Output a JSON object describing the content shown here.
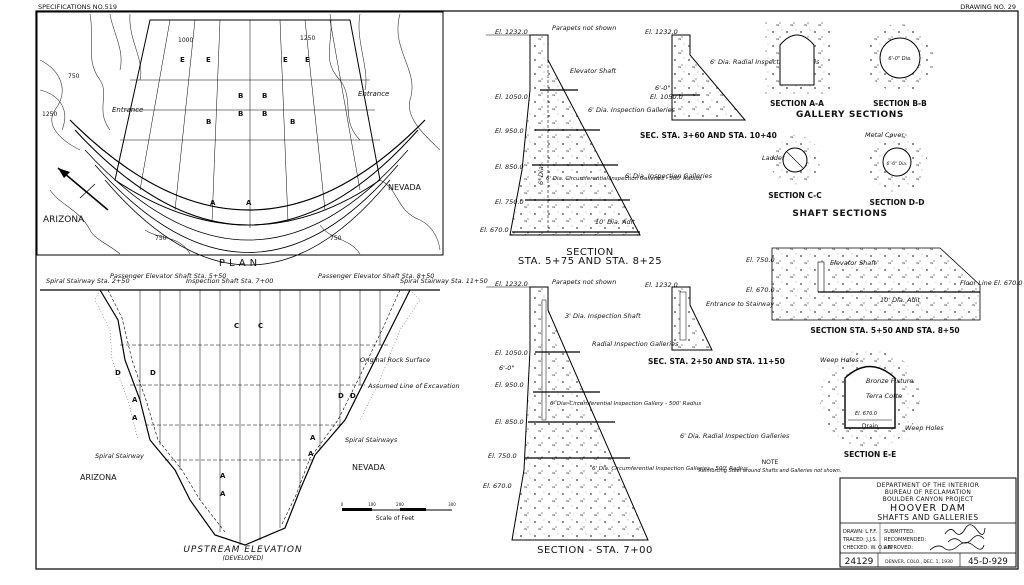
{
  "header": {
    "spec_no": "SPECIFICATIONS NO.519",
    "drawing_no": "DRAWING NO. 29"
  },
  "plan": {
    "title": "PLAN",
    "arizona": "ARIZONA",
    "nevada": "NEVADA",
    "entrance_left": "Entrance",
    "entrance_right": "Entrance",
    "contours": [
      "750",
      "1250",
      "1000",
      "1250",
      "750",
      "750"
    ]
  },
  "elevation": {
    "title": "UPSTREAM ELEVATION",
    "subtitle": "(DEVELOPED)",
    "arizona": "ARIZONA",
    "nevada": "NEVADA",
    "labels": {
      "spiral_left": "Spiral Stairway Sta. 2+50",
      "passenger_left": "Passenger Elevator Shaft Sta. 5+50",
      "inspection": "Inspection Shaft Sta. 7+00",
      "passenger_right": "Passenger Elevator Shaft Sta. 8+50",
      "spiral_right": "Spiral Stairway Sta. 11+50",
      "rock": "Original Rock Surface",
      "excavation": "Assumed Line of Excavation",
      "spiral_stairways": "Spiral Stairways",
      "spiral_stairway": "Spiral Stairway"
    },
    "scale_label": "Scale of Feet",
    "scale_ticks": [
      "0",
      "100",
      "200",
      "300"
    ]
  },
  "sec_a": {
    "title": "SECTION",
    "subtitle": "STA. 5+75 AND STA. 8+25",
    "elevations": [
      "El. 1232.0",
      "El. 1050.0",
      "El. 950.0",
      "El. 850.0",
      "El. 750.0",
      "El. 670.0"
    ],
    "notes": {
      "parapets": "Parapets not shown",
      "elevator": "Elevator Shaft",
      "insp": "6' Dia. Inspection Galleries",
      "circ": "6' Dia. Circumferential Inspection Galleries - 500' Radius",
      "insp2": "6' Dia. Inspection Galleries",
      "adit": "10' Dia. Adit",
      "dia": "6' Dia."
    }
  },
  "sec_b": {
    "title": "SEC. STA. 3+60 AND STA. 10+40",
    "elev_top": "El. 1232.0",
    "elev_bottom": "El. 1050.0",
    "note": "6' Dia. Radial Inspection Galleries",
    "dim": "6'-0\""
  },
  "gallery": {
    "title": "GALLERY SECTIONS",
    "sec_a": "SECTION A-A",
    "sec_b": "SECTION B-B",
    "dia": "6'-0\" Dia."
  },
  "shaft": {
    "title": "SHAFT SECTIONS",
    "sec_c": "SECTION C-C",
    "sec_d": "SECTION D-D",
    "ladder": "Ladder",
    "metal_cover": "Metal Cover",
    "dia": "6'-0\" Dia."
  },
  "sec_e_strip": {
    "title": "SECTION STA. 5+50 AND STA. 8+50",
    "el_top": "El. 750.0",
    "el_bottom": "El. 670.0",
    "elevator": "Elevator Shaft",
    "adit": "10' Dia. Adit",
    "floor": "Floor Line El. 670.0"
  },
  "sec_c": {
    "title": "SECTION - STA. 7+00",
    "elevations": [
      "El. 1232.0",
      "El. 1050.0",
      "El. 950.0",
      "El. 850.0",
      "El. 750.0",
      "El. 670.0"
    ],
    "notes": {
      "parapets": "Parapets not shown",
      "insp_shaft": "3' Dia. Inspection Shaft",
      "radial": "Radial Inspection Galleries",
      "circ": "6' Dia. Circumferential Inspection Gallery - 500' Radius",
      "radial2": "6' Dia. Radial Inspection Galleries",
      "circ2": "6' Dia. Circumferential Inspection Galleries - 500' Radius",
      "dim": "6'-0\""
    }
  },
  "sec_d": {
    "title": "SEC. STA. 2+50 AND STA. 11+50",
    "elev": "El. 1232.0",
    "note": "Entrance to Stairway"
  },
  "sec_ee": {
    "title": "SECTION E-E",
    "weep_top": "Weep Holes",
    "weep_right": "Weep Holes",
    "bronze": "Bronze Fixture",
    "terra": "Terra Cotta",
    "drain": "Drain",
    "el": "El. 670.0"
  },
  "note": {
    "head": "NOTE",
    "body": "Reinforcing Steel around Shafts and Galleries not shown."
  },
  "title_block": {
    "dept": "DEPARTMENT OF THE INTERIOR",
    "bureau": "BUREAU OF RECLAMATION",
    "project": "BOULDER CANYON PROJECT",
    "dam": "HOOVER DAM",
    "subject": "SHAFTS AND GALLERIES",
    "drawn": "DRAWN: L.F.F.",
    "traced": "TRACED: J.J.S.",
    "checked": "CHECKED: W. O.L.B.",
    "submitted": "SUBMITTED:",
    "recommended": "RECOMMENDED:",
    "approved": "APPROVED:",
    "number": "24129",
    "location": "DENVER, COLO., DEC. 1, 1930",
    "drawing": "45-D-929"
  }
}
